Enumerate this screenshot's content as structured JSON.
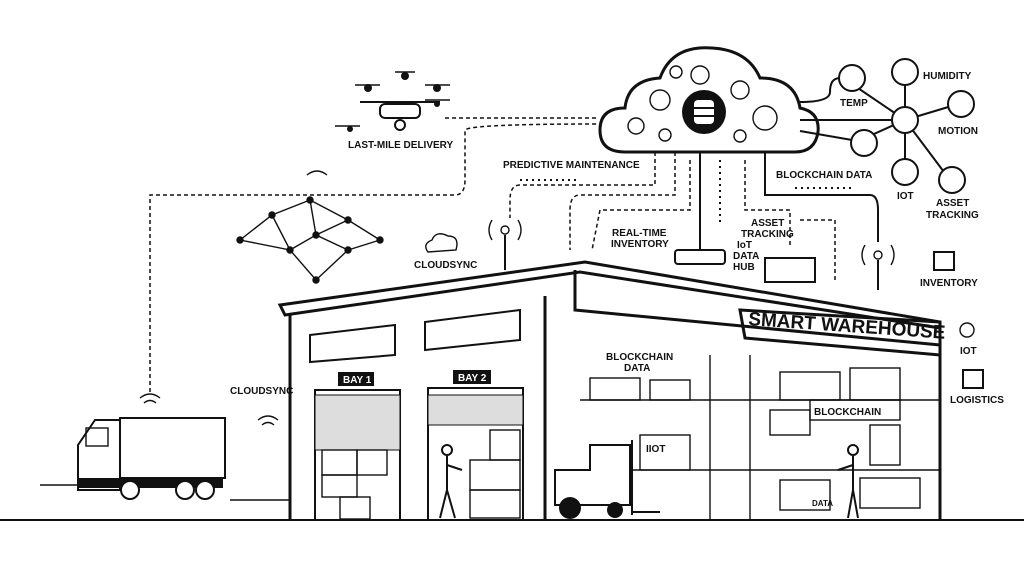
{
  "title": "SMART WAREHOUSE",
  "labels": {
    "last_mile": "LAST-MILE DELIVERY",
    "predictive": "PREDICTIVE MAINTENANCE",
    "blockchain_data_top": "BLOCKCHAIN DATA",
    "realtime_1": "REAL-TIME",
    "realtime_2": "INVENTORY",
    "asset_1": "ASSET",
    "asset_2": "TRACKING",
    "hub_1": "IoT",
    "hub_2": "DATA",
    "hub_3": "HUB",
    "cloudsync_1": "CLOUDSYNC",
    "cloudsync_2": "CLOUDSYNC",
    "bay1": "BAY 1",
    "bay2": "BAY 2",
    "bc_data_1": "BLOCKCHAIN",
    "bc_data_2": "DATA",
    "blockchain_box": "BLOCKCHAIN",
    "iiot_box": "IIOT",
    "data_box": "DATA"
  },
  "sensors": {
    "temp": "TEMP",
    "humidity": "HUMIDITY",
    "motion": "MOTION",
    "iot": "IOT",
    "asset_1": "ASSET",
    "asset_2": "TRACKING"
  },
  "side": {
    "inventory": "INVENTORY",
    "iot": "IOT",
    "logistics": "LOGISTICS"
  }
}
